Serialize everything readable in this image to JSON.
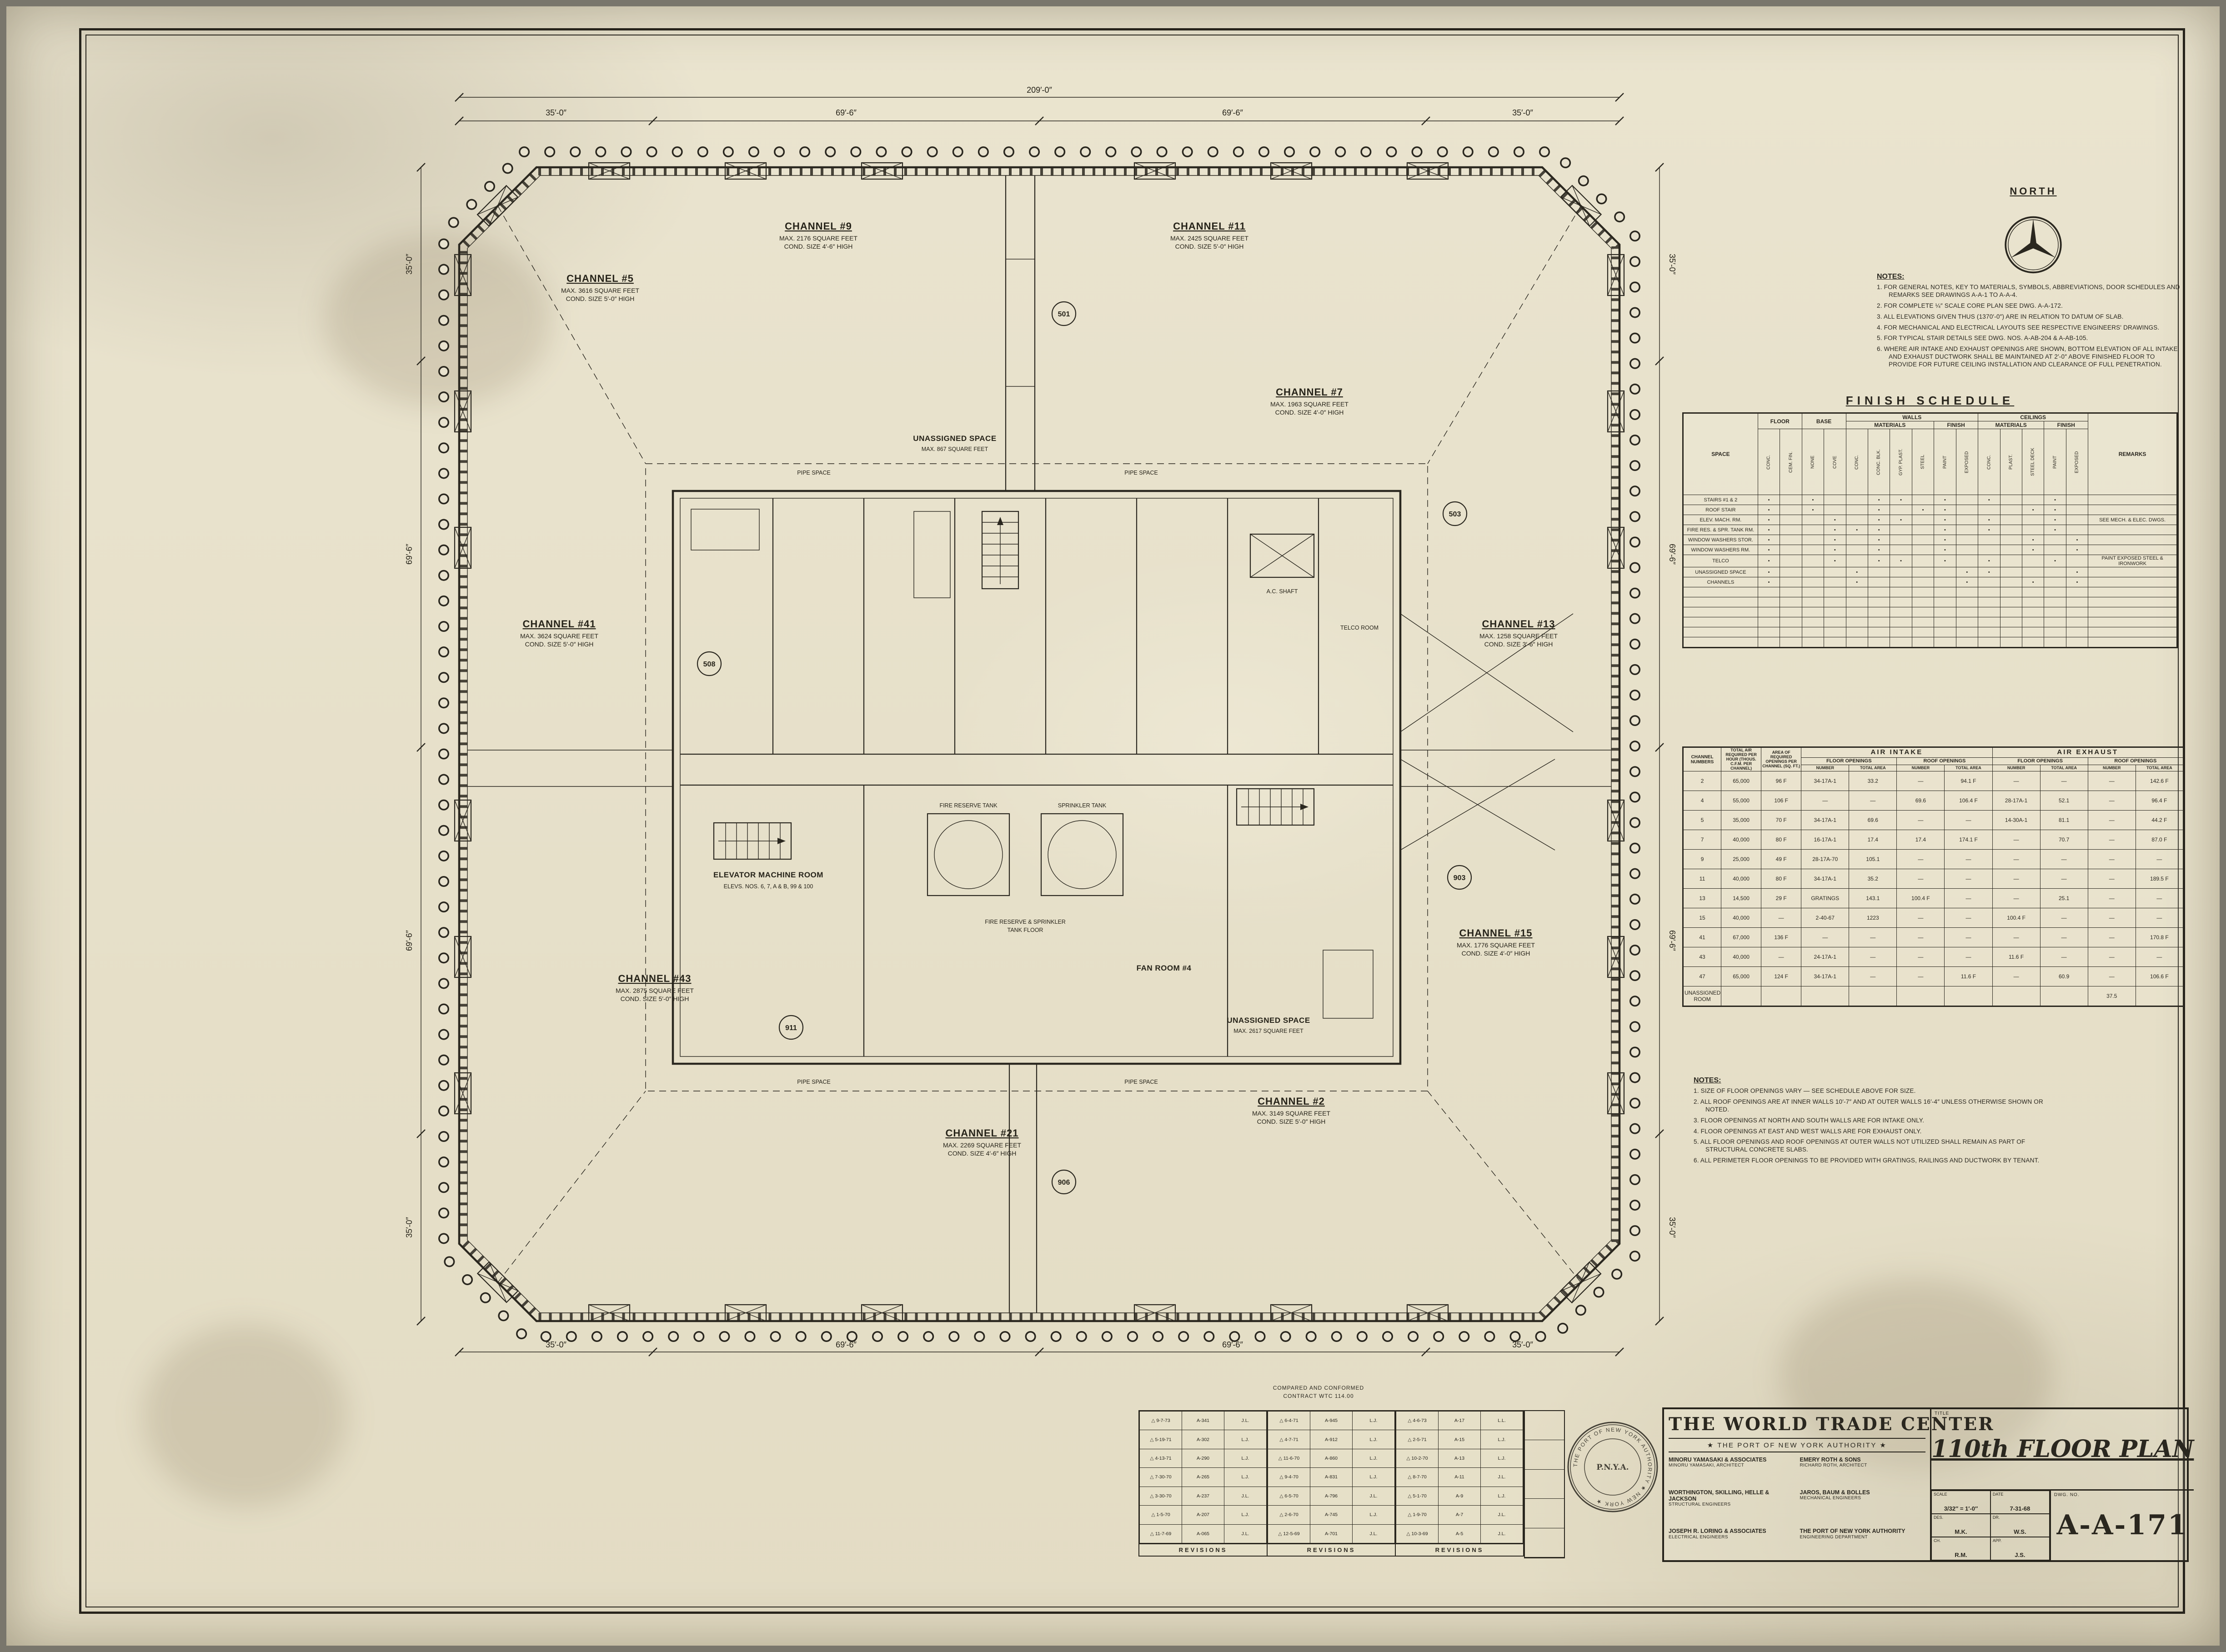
{
  "sheet": {
    "north_label": "NORTH",
    "overall_dim_top": "209′-0″"
  },
  "general_notes": {
    "title": "NOTES:",
    "items": [
      "1. FOR GENERAL NOTES, KEY TO MATERIALS, SYMBOLS, ABBREVIATIONS, DOOR SCHEDULES AND REMARKS SEE DRAWINGS A-A-1 TO A-A-4.",
      "2. FOR COMPLETE ¼″ SCALE CORE PLAN SEE DWG. A-A-172.",
      "3. ALL ELEVATIONS GIVEN THUS (1370′-0″) ARE IN RELATION TO DATUM OF SLAB.",
      "4. FOR MECHANICAL AND ELECTRICAL LAYOUTS SEE RESPECTIVE ENGINEERS' DRAWINGS.",
      "5. FOR TYPICAL STAIR DETAILS SEE DWG. NOS. A-AB-204 & A-AB-105.",
      "6. WHERE AIR INTAKE AND EXHAUST OPENINGS ARE SHOWN, BOTTOM ELEVATION OF ALL INTAKE AND EXHAUST DUCTWORK SHALL BE MAINTAINED AT 2′-0″ ABOVE FINISHED FLOOR TO PROVIDE FOR FUTURE CEILING INSTALLATION AND CLEARANCE OF FULL PENETRATION."
    ]
  },
  "finish_schedule": {
    "title": "FINISH SCHEDULE",
    "col_space": "SPACE",
    "col_floor": "FLOOR",
    "col_base": "BASE",
    "col_walls": "WALLS",
    "col_ceilings": "CEILINGS",
    "col_remarks": "REMARKS",
    "col_materials": "MATERIALS",
    "col_finish": "FINISH",
    "material_cols": [
      "CONC.",
      "CEM. FIN.",
      "NONE",
      "COVE",
      "CONC.",
      "CONC. BLK.",
      "GYP. PLAST.",
      "STEEL",
      "PAINT",
      "EXPOSED",
      "CONC.",
      "PLAST.",
      "STEEL DECK",
      "PAINT",
      "EXPOSED"
    ],
    "rows": [
      [
        "STAIRS #1 & 2",
        "•",
        "",
        "•",
        "",
        "",
        "•",
        "•",
        "",
        "•",
        "",
        "•",
        "",
        "",
        "•",
        "",
        ""
      ],
      [
        "ROOF STAIR",
        "•",
        "",
        "•",
        "",
        "",
        "•",
        "",
        "•",
        "•",
        "",
        "",
        "",
        "•",
        "•",
        "",
        ""
      ],
      [
        "ELEV. MACH. RM.",
        "•",
        "",
        "",
        "•",
        "",
        "•",
        "•",
        "",
        "•",
        "",
        "•",
        "",
        "",
        "•",
        "",
        "SEE MECH. & ELEC. DWGS."
      ],
      [
        "FIRE RES. & SPR. TANK RM.",
        "•",
        "",
        "",
        "•",
        "•",
        "•",
        "",
        "",
        "•",
        "",
        "•",
        "",
        "",
        "•",
        "",
        ""
      ],
      [
        "WINDOW WASHERS STOR.",
        "•",
        "",
        "",
        "•",
        "",
        "•",
        "",
        "",
        "•",
        "",
        "",
        "",
        "•",
        "",
        "•",
        ""
      ],
      [
        "WINDOW WASHERS RM.",
        "•",
        "",
        "",
        "•",
        "",
        "•",
        "",
        "",
        "•",
        "",
        "",
        "",
        "•",
        "",
        "•",
        ""
      ],
      [
        "TELCO",
        "•",
        "",
        "",
        "•",
        "",
        "•",
        "•",
        "",
        "•",
        "",
        "•",
        "",
        "",
        "•",
        "",
        "PAINT EXPOSED STEEL & IRONWORK"
      ],
      [
        "UNASSIGNED SPACE",
        "•",
        "",
        "",
        "",
        "•",
        "",
        "",
        "",
        "",
        "•",
        "•",
        "",
        "",
        "",
        "•",
        ""
      ],
      [
        "CHANNELS",
        "•",
        "",
        "",
        "",
        "•",
        "",
        "",
        "",
        "",
        "•",
        "",
        "",
        "•",
        "",
        "•",
        ""
      ],
      [
        "",
        "",
        "",
        "",
        "",
        "",
        "",
        "",
        "",
        "",
        "",
        "",
        "",
        "",
        "",
        "",
        ""
      ],
      [
        "",
        "",
        "",
        "",
        "",
        "",
        "",
        "",
        "",
        "",
        "",
        "",
        "",
        "",
        "",
        "",
        ""
      ],
      [
        "",
        "",
        "",
        "",
        "",
        "",
        "",
        "",
        "",
        "",
        "",
        "",
        "",
        "",
        "",
        "",
        ""
      ],
      [
        "",
        "",
        "",
        "",
        "",
        "",
        "",
        "",
        "",
        "",
        "",
        "",
        "",
        "",
        "",
        "",
        ""
      ],
      [
        "",
        "",
        "",
        "",
        "",
        "",
        "",
        "",
        "",
        "",
        "",
        "",
        "",
        "",
        "",
        "",
        ""
      ],
      [
        "",
        "",
        "",
        "",
        "",
        "",
        "",
        "",
        "",
        "",
        "",
        "",
        "",
        "",
        "",
        "",
        ""
      ]
    ]
  },
  "air_schedule": {
    "title_intake": "AIR INTAKE",
    "title_exhaust": "AIR EXHAUST",
    "col_channel": "CHANNEL NUMBERS",
    "col_total_air": "TOTAL AIR REQUIRED PER HOUR (THOUS. C.F.M. PER CHANNEL)",
    "col_area": "AREA OF REQUIRED OPENINGS PER CHANNEL (SQ. FT.)",
    "col_floor": "FLOOR OPENINGS",
    "col_roof": "ROOF OPENINGS",
    "col_number": "NUMBER",
    "col_total_area": "TOTAL AREA",
    "rows": [
      [
        "2",
        "65,000",
        "96 F",
        "34-17A-1",
        "33.2",
        "—",
        "94.1 F",
        "—",
        "—",
        "—",
        "142.6 F"
      ],
      [
        "4",
        "55,000",
        "106 F",
        "—",
        "—",
        "69.6",
        "106.4 F",
        "28-17A-1",
        "52.1",
        "—",
        "96.4 F"
      ],
      [
        "5",
        "35,000",
        "70 F",
        "34-17A-1",
        "69.6",
        "—",
        "—",
        "14-30A-1",
        "81.1",
        "—",
        "44.2 F"
      ],
      [
        "7",
        "40,000",
        "80 F",
        "16-17A-1",
        "17.4",
        "17.4",
        "174.1 F",
        "—",
        "70.7",
        "—",
        "87.0 F"
      ],
      [
        "9",
        "25,000",
        "49 F",
        "28-17A-70",
        "105.1",
        "—",
        "—",
        "—",
        "—",
        "—",
        "—"
      ],
      [
        "11",
        "40,000",
        "80 F",
        "34-17A-1",
        "35.2",
        "—",
        "—",
        "—",
        "—",
        "—",
        "189.5 F"
      ],
      [
        "13",
        "14,500",
        "29 F",
        "GRATINGS",
        "143.1",
        "100.4 F",
        "—",
        "—",
        "25.1",
        "—",
        "—"
      ],
      [
        "15",
        "40,000",
        "—",
        "2-40-67",
        "1223",
        "—",
        "—",
        "100.4 F",
        "—",
        "—",
        "—"
      ],
      [
        "41",
        "67,000",
        "136 F",
        "—",
        "—",
        "—",
        "—",
        "—",
        "—",
        "—",
        "170.8 F"
      ],
      [
        "43",
        "40,000",
        "—",
        "24-17A-1",
        "—",
        "—",
        "—",
        "11.6 F",
        "—",
        "—",
        "—"
      ],
      [
        "47",
        "65,000",
        "124 F",
        "34-17A-1",
        "—",
        "—",
        "11.6 F",
        "—",
        "60.9",
        "—",
        "106.6 F"
      ],
      [
        "UNASSIGNED ROOM",
        "",
        "",
        "",
        "",
        "",
        "",
        "",
        "",
        "37.5",
        ""
      ]
    ]
  },
  "schedule_notes": {
    "title": "NOTES:",
    "items": [
      "1. SIZE OF FLOOR OPENINGS VARY — SEE SCHEDULE ABOVE FOR SIZE.",
      "2. ALL ROOF OPENINGS ARE AT INNER WALLS 10′-7″ AND AT OUTER WALLS 16′-4″ UNLESS OTHERWISE SHOWN OR NOTED.",
      "3. FLOOR OPENINGS AT NORTH AND SOUTH WALLS ARE FOR INTAKE ONLY.",
      "4. FLOOR OPENINGS AT EAST AND WEST WALLS ARE FOR EXHAUST ONLY.",
      "5. ALL FLOOR OPENINGS AND ROOF OPENINGS AT OUTER WALLS NOT UTILIZED SHALL REMAIN AS PART OF STRUCTURAL CONCRETE SLABS.",
      "6. ALL PERIMETER FLOOR OPENINGS TO BE PROVIDED WITH GRATINGS, RAILINGS AND DUCTWORK BY TENANT."
    ]
  },
  "plan": {
    "channels": [
      {
        "name": "CHANNEL #5",
        "note1": "MAX. 3616 SQUARE FEET",
        "note2": "COND. SIZE 5′-0″ HIGH"
      },
      {
        "name": "CHANNEL #9",
        "note1": "MAX. 2176 SQUARE FEET",
        "note2": "COND. SIZE 4′-6″ HIGH"
      },
      {
        "name": "CHANNEL #11",
        "note1": "MAX. 2425 SQUARE FEET",
        "note2": "COND. SIZE 5′-0″ HIGH"
      },
      {
        "name": "CHANNEL #7",
        "note1": "MAX. 1963 SQUARE FEET",
        "note2": "COND. SIZE 4′-0″ HIGH"
      },
      {
        "name": "CHANNEL #41",
        "note1": "MAX. 3624 SQUARE FEET",
        "note2": "COND. SIZE 5′-0″ HIGH"
      },
      {
        "name": "CHANNEL #13",
        "note1": "MAX. 1258 SQUARE FEET",
        "note2": "COND. SIZE 3′-6″ HIGH"
      },
      {
        "name": "CHANNEL #15",
        "note1": "MAX. 1776 SQUARE FEET",
        "note2": "COND. SIZE 4′-0″ HIGH"
      },
      {
        "name": "CHANNEL #43",
        "note1": "MAX. 2875 SQUARE FEET",
        "note2": "COND. SIZE 5′-0″ HIGH"
      },
      {
        "name": "CHANNEL #21",
        "note1": "MAX. 2269 SQUARE FEET",
        "note2": "COND. SIZE 4′-6″ HIGH"
      },
      {
        "name": "CHANNEL #2",
        "note1": "MAX. 3149 SQUARE FEET",
        "note2": "COND. SIZE 5′-0″ HIGH"
      }
    ],
    "rooms": {
      "emr": "ELEVATOR MACHINE ROOM",
      "emr_sub": "ELEVS. NOS. 6, 7, A & B, 99 & 100",
      "fire_tank": "FIRE RESERVE TANK",
      "sprinkler_tank": "SPRINKLER TANK",
      "tank_floor1": "FIRE RESERVE & SPRINKLER",
      "tank_floor2": "TANK FLOOR",
      "fan_room": "FAN ROOM #4",
      "telco": "TELCO ROOM",
      "ac_shaft": "A.C. SHAFT",
      "pipe_space": "PIPE SPACE",
      "unassigned": "UNASSIGNED SPACE",
      "unassigned1_sub": "MAX. 867 SQUARE FEET",
      "unassigned2_sub": "MAX. 2617 SQUARE FEET"
    },
    "dims_top": [
      "35′-0″",
      "69′-6″",
      "69′-6″",
      "35′-0″"
    ],
    "dims_bottom": [
      "35′-0″",
      "69′-6″",
      "69′-6″",
      "35′-0″"
    ],
    "dims_left": [
      "35′-0″",
      "69′-6″",
      "69′-6″",
      "35′-0″"
    ],
    "dims_right": [
      "35′-0″",
      "69′-6″",
      "69′-6″",
      "35′-0″"
    ],
    "tags": [
      "501",
      "503",
      "508",
      "903",
      "906",
      "911"
    ]
  },
  "caption": {
    "line1": "COMPARED AND CONFORMED",
    "line2": "CONTRACT WTC 114.00"
  },
  "revisions": {
    "header": "REVISIONS",
    "groups": [
      [
        [
          "△ 9-7-73",
          "A-341",
          "J.L."
        ],
        [
          "△ 5-19-71",
          "A-302",
          "L.J."
        ],
        [
          "△ 4-13-71",
          "A-290",
          "L.J."
        ],
        [
          "△ 7-30-70",
          "A-265",
          "L.J."
        ],
        [
          "△ 3-30-70",
          "A-237",
          "J.L."
        ],
        [
          "△ 1-5-70",
          "A-207",
          "L.J."
        ],
        [
          "△ 11-7-69",
          "A-065",
          "J.L."
        ]
      ],
      [
        [
          "△ 6-4-71",
          "A-945",
          "L.J."
        ],
        [
          "△ 4-7-71",
          "A-912",
          "L.J."
        ],
        [
          "△ 11-6-70",
          "A-860",
          "L.J."
        ],
        [
          "△ 9-4-70",
          "A-831",
          "L.J."
        ],
        [
          "△ 6-5-70",
          "A-796",
          "J.L."
        ],
        [
          "△ 2-6-70",
          "A-745",
          "L.J."
        ],
        [
          "△ 12-5-69",
          "A-701",
          "J.L."
        ]
      ],
      [
        [
          "△ 4-6-73",
          "A-17",
          "L.L."
        ],
        [
          "△ 2-5-71",
          "A-15",
          "L.J."
        ],
        [
          "△ 10-2-70",
          "A-13",
          "L.J."
        ],
        [
          "△ 8-7-70",
          "A-11",
          "J.L."
        ],
        [
          "△ 5-1-70",
          "A-9",
          "L.J."
        ],
        [
          "△ 1-9-70",
          "A-7",
          "J.L."
        ],
        [
          "△ 10-3-69",
          "A-5",
          "J.L."
        ]
      ]
    ]
  },
  "seal": {
    "ring_text": "THE PORT OF NEW YORK AUTHORITY ★ NEW YORK ★",
    "center_text": "P.N.Y.A."
  },
  "title_block": {
    "project": "THE WORLD TRADE CENTER",
    "authority": "★ THE PORT OF NEW YORK AUTHORITY ★",
    "credits": [
      {
        "name": "MINORU YAMASAKI & ASSOCIATES",
        "role": "MINORU YAMASAKI, ARCHITECT"
      },
      {
        "name": "EMERY ROTH & SONS",
        "role": "RICHARD ROTH, ARCHITECT"
      },
      {
        "name": "WORTHINGTON, SKILLING, HELLE & JACKSON",
        "role": "STRUCTURAL ENGINEERS"
      },
      {
        "name": "JAROS, BAUM & BOLLES",
        "role": "MECHANICAL ENGINEERS"
      },
      {
        "name": "JOSEPH R. LORING & ASSOCIATES",
        "role": "ELECTRICAL ENGINEERS"
      },
      {
        "name": "THE PORT OF NEW YORK AUTHORITY",
        "role": "ENGINEERING DEPARTMENT"
      }
    ],
    "title_label": "TITLE",
    "drawing_title": "110th FLOOR PLAN",
    "scale_label": "SCALE",
    "scale_value": "3/32″ = 1′-0″",
    "date_label": "DATE",
    "date_value": "7-31-68",
    "des_label": "DES.",
    "des_value": "M.K.",
    "dr_label": "DR.",
    "dr_value": "W.S.",
    "ch_label": "CH.",
    "ch_value": "R.M.",
    "app_label": "APP.",
    "app_value": "J.S.",
    "dwg_label": "DWG. NO.",
    "dwg_no": "A-A-171"
  }
}
